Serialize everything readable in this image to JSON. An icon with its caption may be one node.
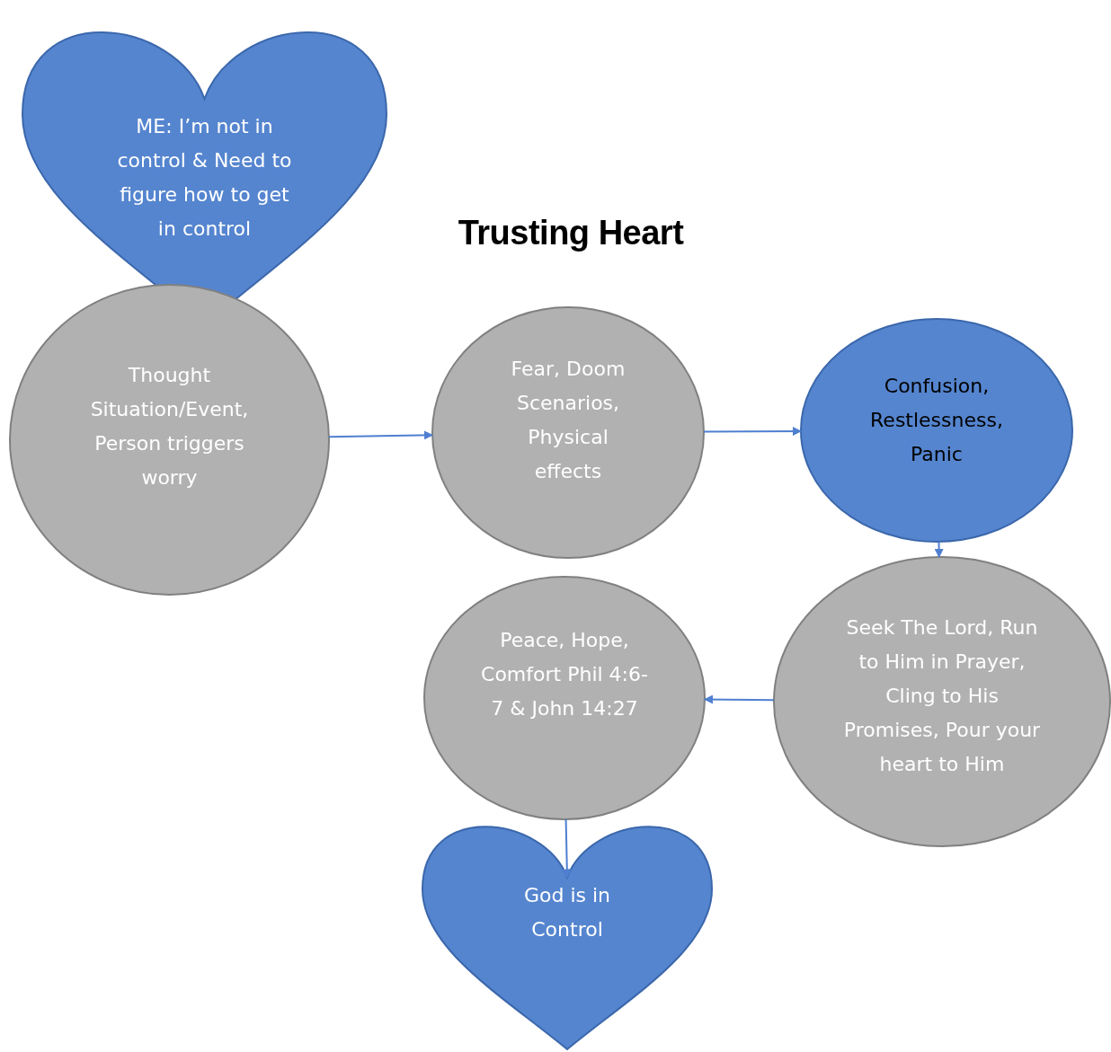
{
  "diagram": {
    "title": "Trusting Heart",
    "nodes": [
      {
        "text": [
          "ME: I’m not in control & Need to figure how to get in control"
        ]
      },
      {
        "text": [
          "Thought Situation/Event, Person triggers worry"
        ]
      },
      {
        "text": [
          "Fear, Doom Scenarios, Physical effects"
        ]
      },
      {
        "text": [
          "Confusion, Restlessness, Panic"
        ]
      },
      {
        "text": [
          "Seek The Lord, Run to Him in Prayer, Cling to His Promises, Pour your heart to Him"
        ]
      },
      {
        "text": [
          "Peace, Hope, Comfort Phil 4:6-7 & John 14:27"
        ]
      },
      {
        "text": [
          "God is in Control"
        ]
      }
    ],
    "edges": [
      {
        "from": 1,
        "to": 2,
        "arrow": "to"
      },
      {
        "from": 2,
        "to": 3,
        "arrow": "to"
      },
      {
        "from": 3,
        "to": 4,
        "arrow": "to"
      },
      {
        "from": 4,
        "to": 5,
        "arrow": "to"
      },
      {
        "from": 5,
        "to": 6,
        "arrow": "to"
      }
    ]
  }
}
